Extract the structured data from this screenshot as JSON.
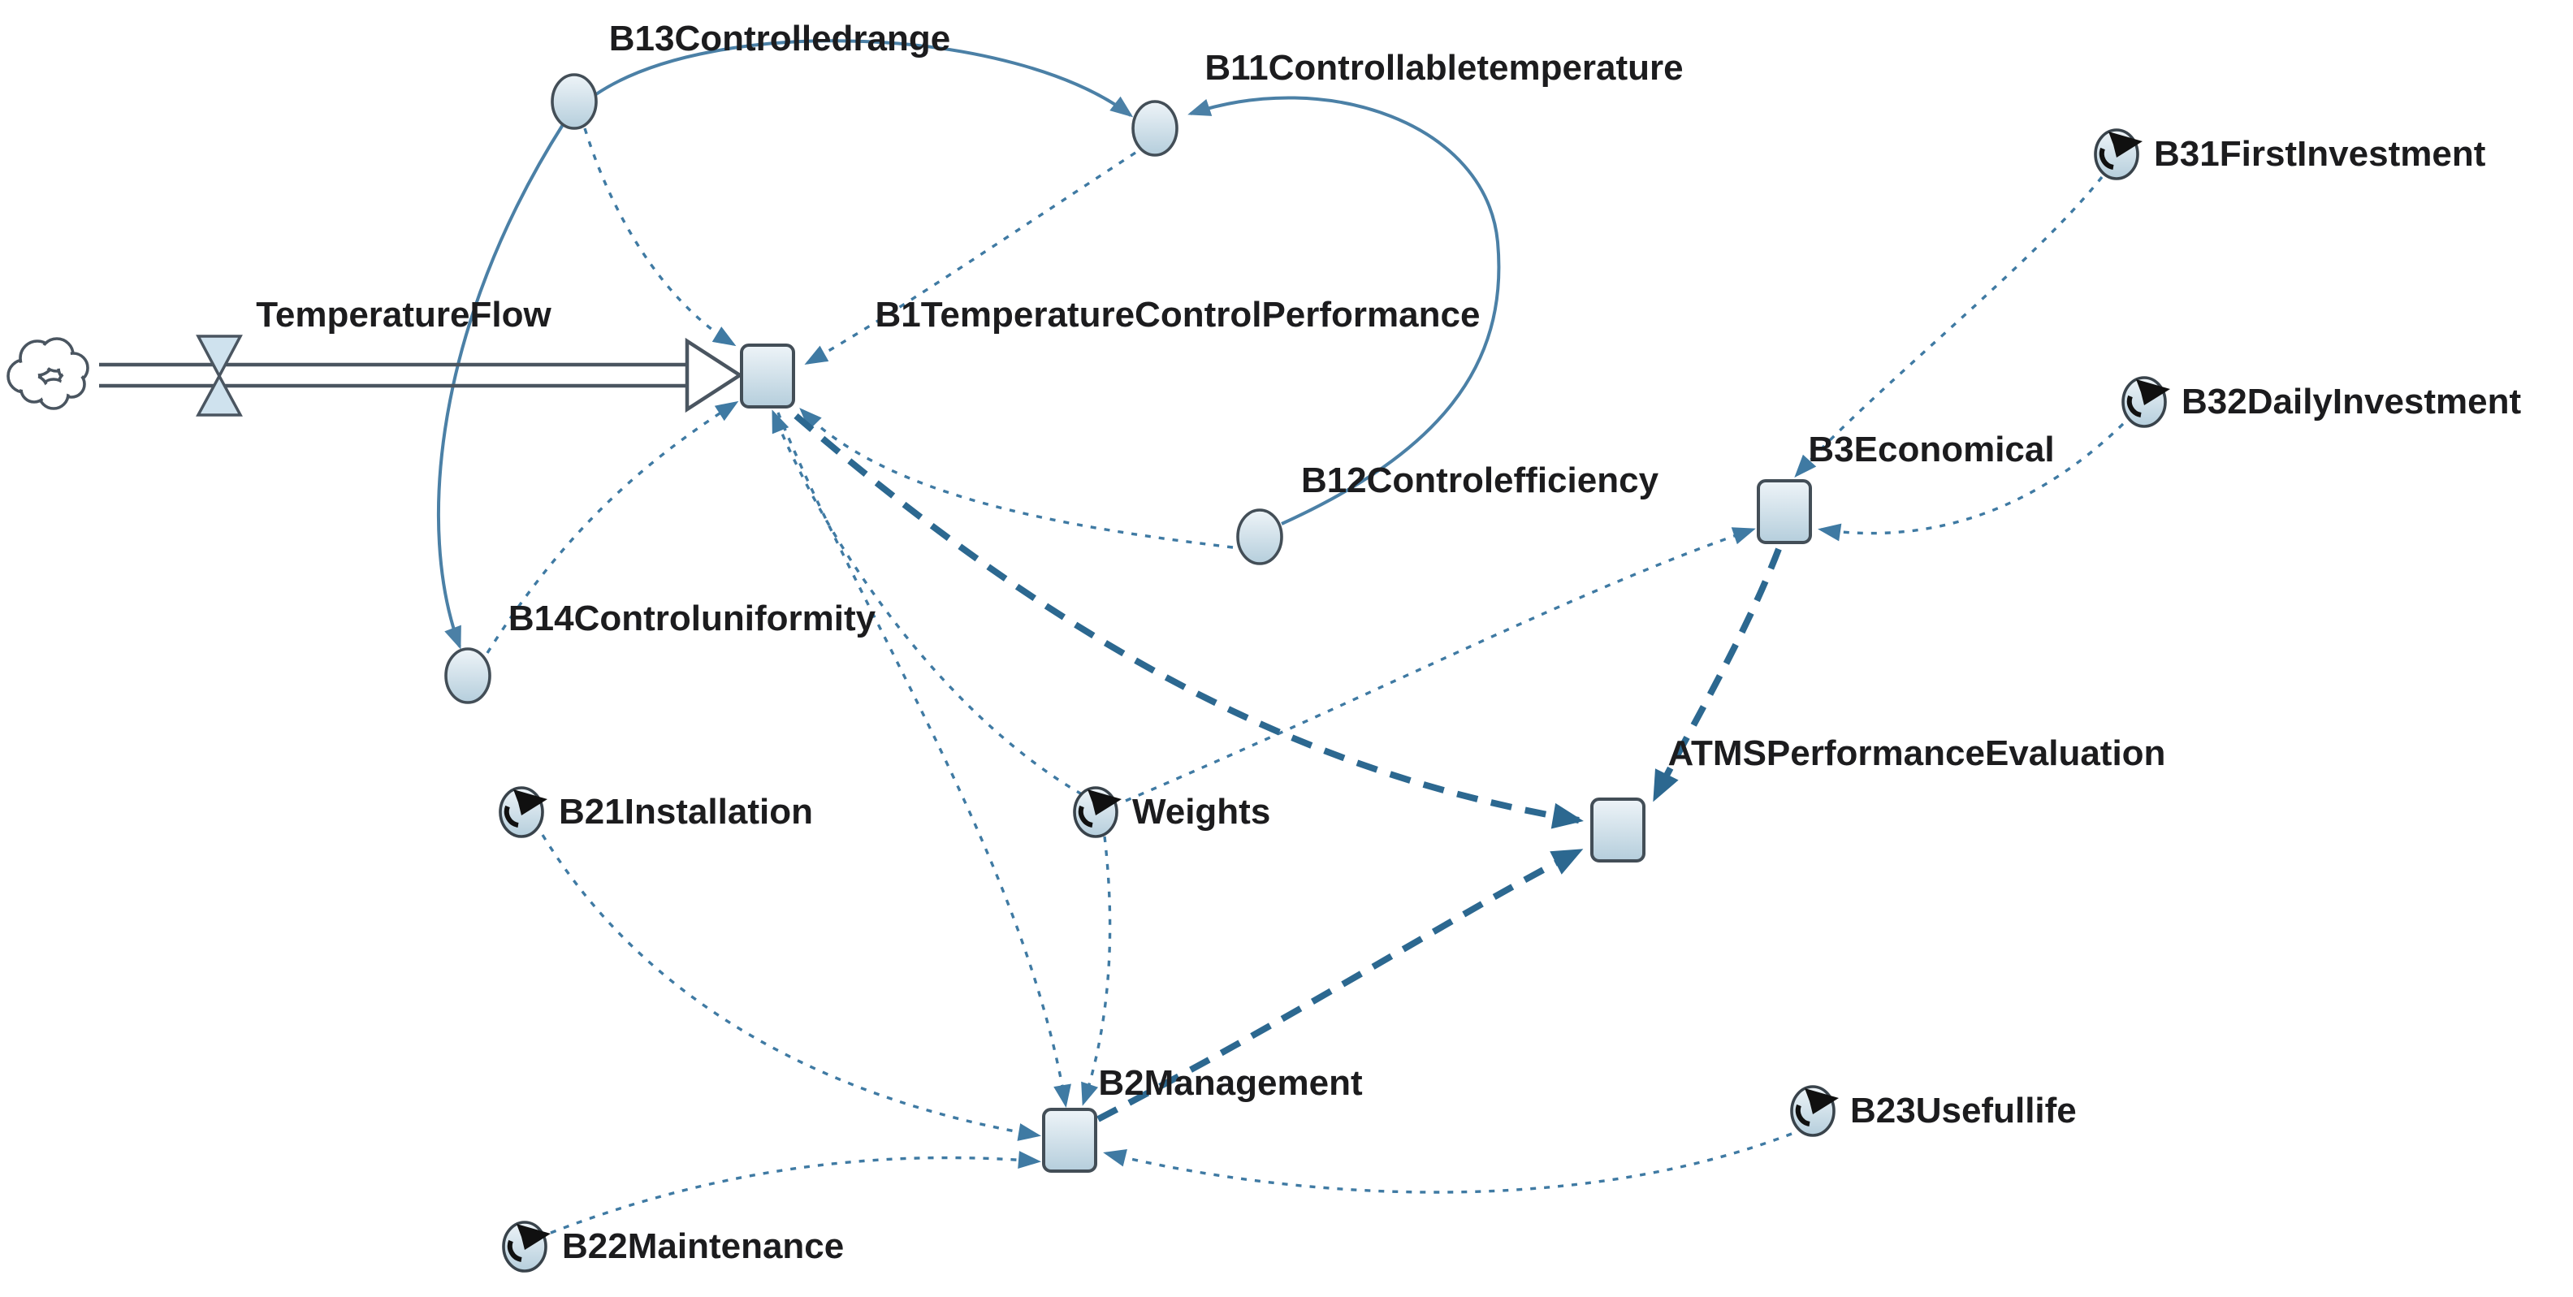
{
  "flow": {
    "label": "TemperatureFlow",
    "source": "cloud",
    "target": "b1"
  },
  "nodes": {
    "b1": {
      "label": "B1TemperatureControlPerformance",
      "kind": "stock"
    },
    "b2": {
      "label": "B2Management",
      "kind": "stock"
    },
    "b3": {
      "label": "B3Economical",
      "kind": "stock"
    },
    "atms": {
      "label": "ATMSPerformanceEvaluation",
      "kind": "stock"
    },
    "b11": {
      "label": "B11Controllabletemperature",
      "kind": "auxiliary"
    },
    "b12": {
      "label": "B12Controlefficiency",
      "kind": "auxiliary"
    },
    "b13": {
      "label": "B13Controlledrange",
      "kind": "auxiliary"
    },
    "b14": {
      "label": "B14Controluniformity",
      "kind": "auxiliary"
    },
    "b21": {
      "label": "B21Installation",
      "kind": "parameter"
    },
    "b22": {
      "label": "B22Maintenance",
      "kind": "parameter"
    },
    "b23": {
      "label": "B23Usefullife",
      "kind": "parameter"
    },
    "b31": {
      "label": "B31FirstInvestment",
      "kind": "parameter"
    },
    "b32": {
      "label": "B32DailyInvestment",
      "kind": "parameter"
    },
    "weights": {
      "label": "Weights",
      "kind": "parameter"
    }
  },
  "links": [
    {
      "from": "b13",
      "to": "b11",
      "style": "solid"
    },
    {
      "from": "b12",
      "to": "b11",
      "style": "solid"
    },
    {
      "from": "b13",
      "to": "b14",
      "style": "solid"
    },
    {
      "from": "b13",
      "to": "b1",
      "style": "dotted"
    },
    {
      "from": "b11",
      "to": "b1",
      "style": "dotted"
    },
    {
      "from": "b12",
      "to": "b1",
      "style": "dotted"
    },
    {
      "from": "b14",
      "to": "b1",
      "style": "dotted"
    },
    {
      "from": "weights",
      "to": "b1",
      "style": "dotted"
    },
    {
      "from": "b1",
      "to": "b2",
      "style": "dotted"
    },
    {
      "from": "weights",
      "to": "b3",
      "style": "dotted"
    },
    {
      "from": "weights",
      "to": "b2",
      "style": "dotted"
    },
    {
      "from": "b21",
      "to": "b2",
      "style": "dotted"
    },
    {
      "from": "b22",
      "to": "b2",
      "style": "dotted"
    },
    {
      "from": "b23",
      "to": "b2",
      "style": "dotted"
    },
    {
      "from": "b31",
      "to": "b3",
      "style": "dotted"
    },
    {
      "from": "b32",
      "to": "b3",
      "style": "dotted"
    },
    {
      "from": "b1",
      "to": "atms",
      "style": "dashed-bold"
    },
    {
      "from": "b2",
      "to": "atms",
      "style": "dashed-bold"
    },
    {
      "from": "b3",
      "to": "atms",
      "style": "dashed-bold"
    }
  ],
  "colors": {
    "link": "#3f7aa3",
    "link_solid": "#4b80a6",
    "link_thick": "#2c6890",
    "node_border": "#434e57",
    "node_fill_top": "#eef4f8",
    "node_fill_bottom": "#b5cedc",
    "pipe": "#4a5560",
    "valve_fill": "#cfe2ee",
    "text": "#1c1c1e",
    "background": "#ffffff"
  }
}
